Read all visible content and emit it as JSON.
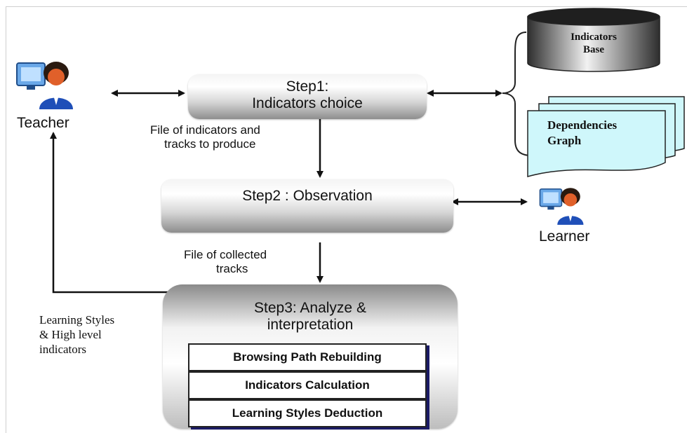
{
  "actors": {
    "teacher": "Teacher",
    "learner": "Learner"
  },
  "steps": {
    "step1": {
      "line1": "Step1:",
      "line2": "Indicators choice"
    },
    "step2": {
      "line1": "Step2 : Observation"
    },
    "step3": {
      "line1": "Step3: Analyze &",
      "line2": "interpretation",
      "substeps": [
        "Browsing Path Rebuilding",
        "Indicators Calculation",
        "Learning Styles Deduction"
      ]
    }
  },
  "flow_labels": {
    "indicators_file": {
      "line1": "File of indicators and",
      "line2": "tracks to produce"
    },
    "collected_tracks": {
      "line1": "File of collected",
      "line2": "tracks"
    },
    "learning_styles": {
      "line1": "Learning Styles",
      "line2": "& High level",
      "line3": "indicators"
    }
  },
  "resources": {
    "indicators_base": {
      "line1": "Indicators",
      "line2": "Base"
    },
    "dependencies_graph": {
      "line1": "Dependencies",
      "line2": "Graph"
    }
  },
  "colors": {
    "doc_fill": "#cff7fb",
    "cylinder_dark": "#3a3a3a",
    "subbox_shadow": "#1a1a66"
  }
}
